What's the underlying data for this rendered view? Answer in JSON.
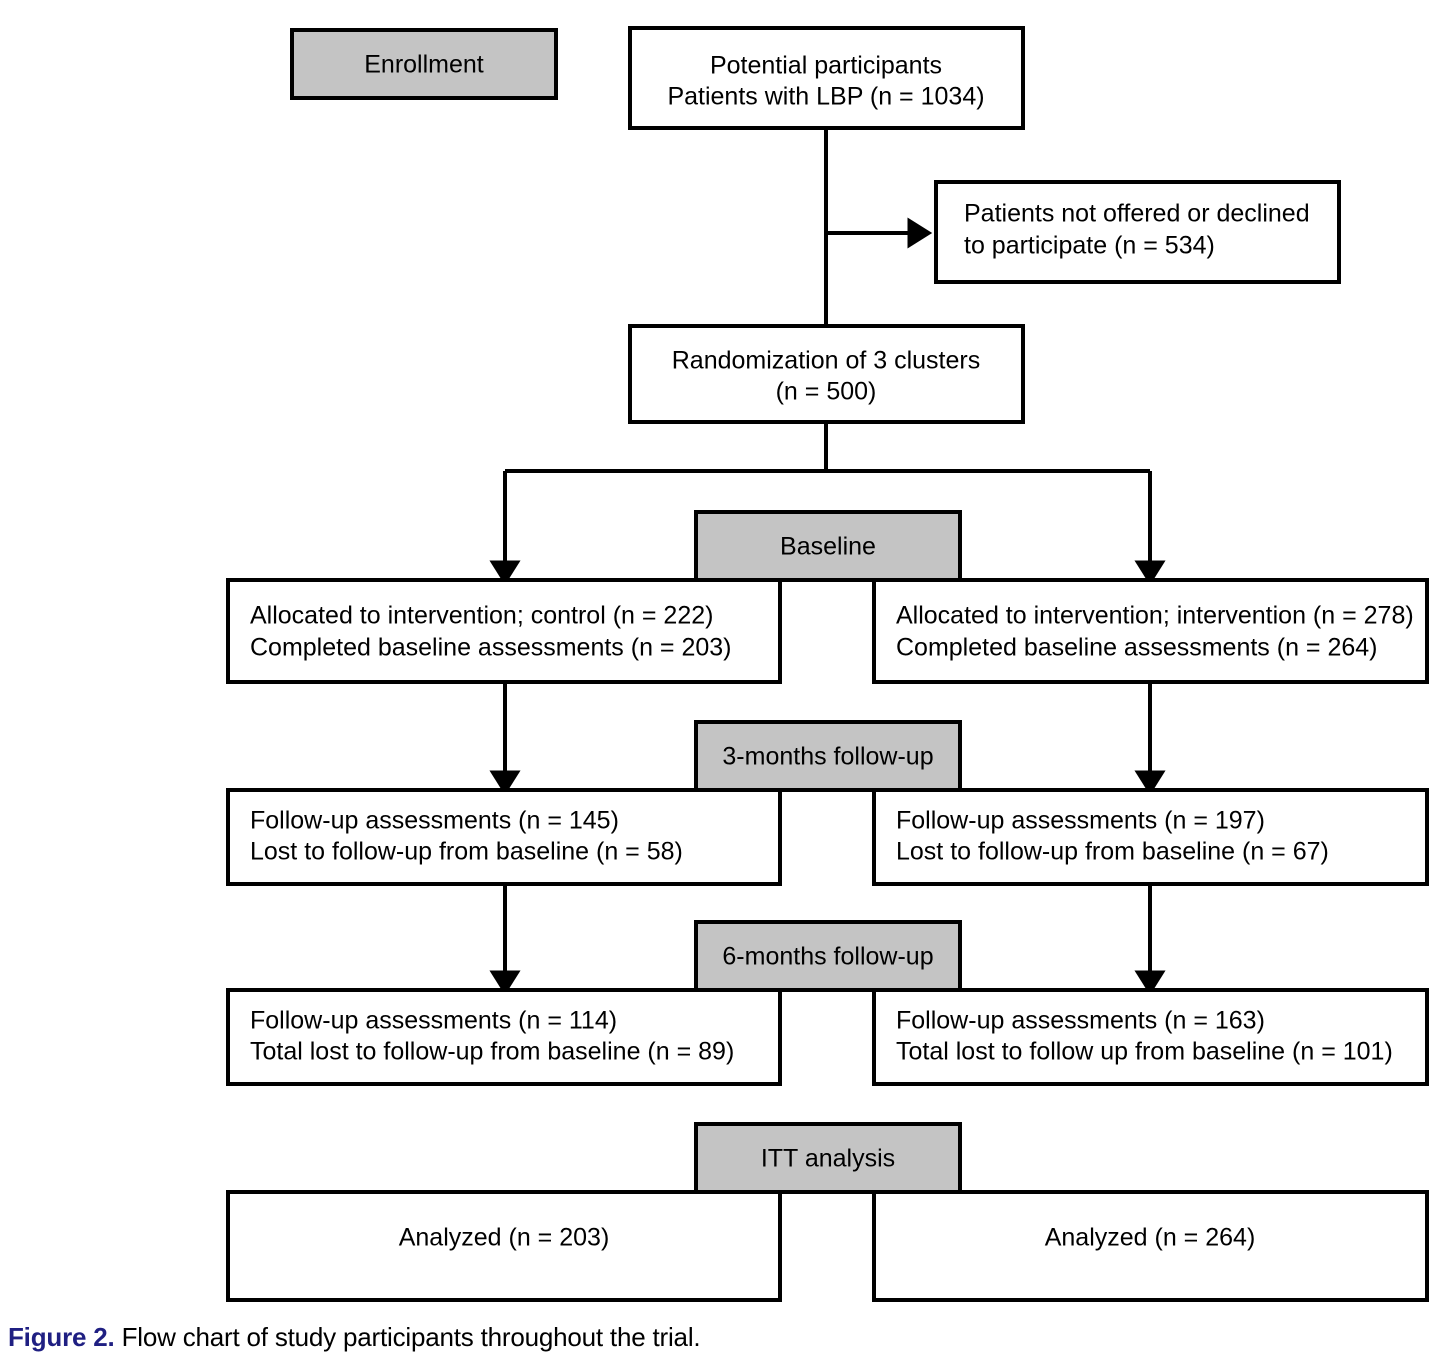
{
  "figure": {
    "label": "Figure 2.",
    "caption": " Flow chart of study participants throughout the trial.",
    "label_color": "#1f1f82",
    "gray_fill": "#c4c4c4",
    "border_color": "#000000"
  },
  "stage_headers": [
    {
      "id": "enrollment",
      "label": "Enrollment"
    },
    {
      "id": "baseline",
      "label": "Baseline"
    },
    {
      "id": "followup3",
      "label": "3-months follow-up"
    },
    {
      "id": "followup6",
      "label": "6-months follow-up"
    },
    {
      "id": "itt",
      "label": "ITT analysis"
    }
  ],
  "nodes": {
    "potential_participants": {
      "lines": [
        "Potential participants",
        "Patients with LBP (n = 1034)"
      ],
      "align": "center"
    },
    "excluded": {
      "lines": [
        "Patients not offered or declined",
        "to participate (n = 534)"
      ],
      "align": "left"
    },
    "randomization": {
      "lines": [
        "Randomization of 3 clusters",
        "(n = 500)"
      ],
      "align": "center"
    },
    "allocated_control": {
      "lines": [
        "Allocated to intervention; control (n = 222)",
        "Completed baseline assessments (n = 203)"
      ],
      "align": "left"
    },
    "allocated_intervention": {
      "lines": [
        "Allocated to intervention; intervention (n = 278)",
        "Completed baseline assessments (n = 264)"
      ],
      "align": "left"
    },
    "followup3_control": {
      "lines": [
        "Follow-up assessments (n = 145)",
        "Lost to follow-up from baseline (n = 58)"
      ],
      "align": "left"
    },
    "followup3_intervention": {
      "lines": [
        "Follow-up assessments (n = 197)",
        "Lost to follow-up from baseline (n = 67)"
      ],
      "align": "left"
    },
    "followup6_control": {
      "lines": [
        "Follow-up assessments (n = 114)",
        "Total lost to follow-up from baseline (n = 89)"
      ],
      "align": "left"
    },
    "followup6_intervention": {
      "lines": [
        "Follow-up assessments (n = 163)",
        "Total lost to follow up from baseline (n = 101)"
      ],
      "align": "left"
    },
    "analyzed_control": {
      "lines": [
        "Analyzed (n = 203)"
      ],
      "align": "center"
    },
    "analyzed_intervention": {
      "lines": [
        "Analyzed (n = 264)"
      ],
      "align": "center"
    }
  },
  "chart_data": {
    "type": "diagram",
    "title": "Flow chart of study participants throughout the trial",
    "stages": [
      "Enrollment",
      "Baseline",
      "3-months follow-up",
      "6-months follow-up",
      "ITT analysis"
    ],
    "counts": {
      "potential_participants_LBP": 1034,
      "not_offered_or_declined": 534,
      "randomized": 500,
      "allocated_control": 222,
      "completed_baseline_control": 203,
      "allocated_intervention": 278,
      "completed_baseline_intervention": 264,
      "followup3_assessments_control": 145,
      "lost_followup3_control": 58,
      "followup3_assessments_intervention": 197,
      "lost_followup3_intervention": 67,
      "followup6_assessments_control": 114,
      "total_lost_followup6_control": 89,
      "followup6_assessments_intervention": 163,
      "total_lost_followup6_intervention": 101,
      "analyzed_control": 203,
      "analyzed_intervention": 264
    },
    "arms": [
      "control",
      "intervention"
    ]
  }
}
